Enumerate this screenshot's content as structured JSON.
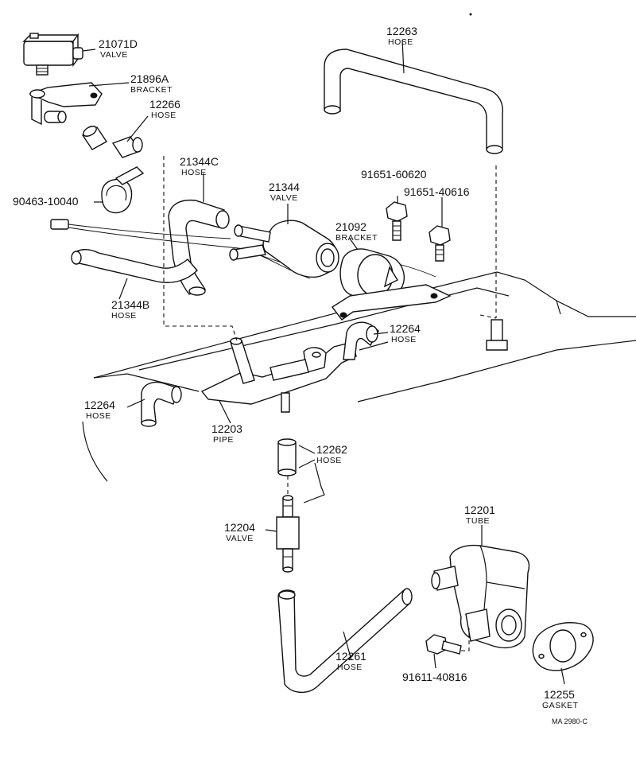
{
  "parts": [
    {
      "key": "p21071D",
      "number": "21071D",
      "name": "VALVE"
    },
    {
      "key": "p21896A",
      "number": "21896A",
      "name": "BRACKET"
    },
    {
      "key": "p12266",
      "number": "12266",
      "name": "HOSE"
    },
    {
      "key": "p12263",
      "number": "12263",
      "name": "HOSE"
    },
    {
      "key": "p21344C",
      "number": "21344C",
      "name": "HOSE"
    },
    {
      "key": "p21344",
      "number": "21344",
      "name": "VALVE"
    },
    {
      "key": "p90463",
      "number": "90463-10040",
      "name": ""
    },
    {
      "key": "p91651a",
      "number": "91651-60620",
      "name": ""
    },
    {
      "key": "p91651b",
      "number": "91651-40616",
      "name": ""
    },
    {
      "key": "p21092",
      "number": "21092",
      "name": "BRACKET"
    },
    {
      "key": "p21344B",
      "number": "21344B",
      "name": "HOSE"
    },
    {
      "key": "p12264a",
      "number": "12264",
      "name": "HOSE"
    },
    {
      "key": "p12264b",
      "number": "12264",
      "name": "HOSE"
    },
    {
      "key": "p12203",
      "number": "12203",
      "name": "PIPE"
    },
    {
      "key": "p12262",
      "number": "12262",
      "name": "HOSE"
    },
    {
      "key": "p12204",
      "number": "12204",
      "name": "VALVE"
    },
    {
      "key": "p12201",
      "number": "12201",
      "name": "TUBE"
    },
    {
      "key": "p12261",
      "number": "12261",
      "name": "HOSE"
    },
    {
      "key": "p91611",
      "number": "91611-40816",
      "name": ""
    },
    {
      "key": "p12255",
      "number": "12255",
      "name": "GASKET"
    }
  ],
  "drawing_code": "MA 2980-C"
}
